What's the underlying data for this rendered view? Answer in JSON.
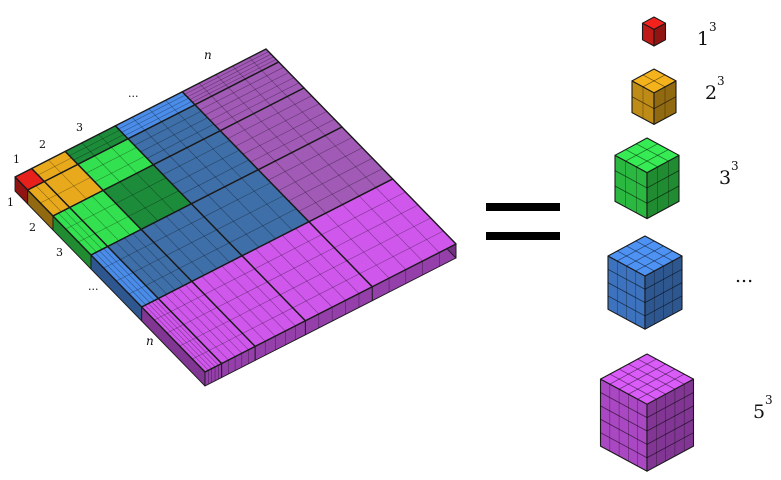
{
  "colors": {
    "red": "#e8201c",
    "gold": "#e8aa1c",
    "green_dark": "#1d8c3a",
    "green_light": "#33e04f",
    "blue": "#4a8ce8",
    "blue_dark": "#3e6fa8",
    "magenta": "#cf57ec",
    "purple": "#a15ab6",
    "edge": "#1a1a1a"
  },
  "square": {
    "top_labels": [
      "1",
      "2",
      "3",
      "...",
      "n"
    ],
    "left_labels": [
      "1",
      "2",
      "3",
      "...",
      "n"
    ]
  },
  "equals": "=",
  "cubes": [
    {
      "base": "1",
      "exp": "3",
      "color": "red",
      "icon": "red-unit-cube-icon"
    },
    {
      "base": "2",
      "exp": "3",
      "color": "gold",
      "icon": "gold-cube-icon"
    },
    {
      "base": "3",
      "exp": "3",
      "color": "green",
      "icon": "green-cube-icon"
    },
    {
      "base": "...",
      "exp": "",
      "color": "blue",
      "icon": "blue-cube-icon"
    },
    {
      "base": "5",
      "exp": "3",
      "color": "magenta",
      "icon": "magenta-cube-icon"
    }
  ]
}
